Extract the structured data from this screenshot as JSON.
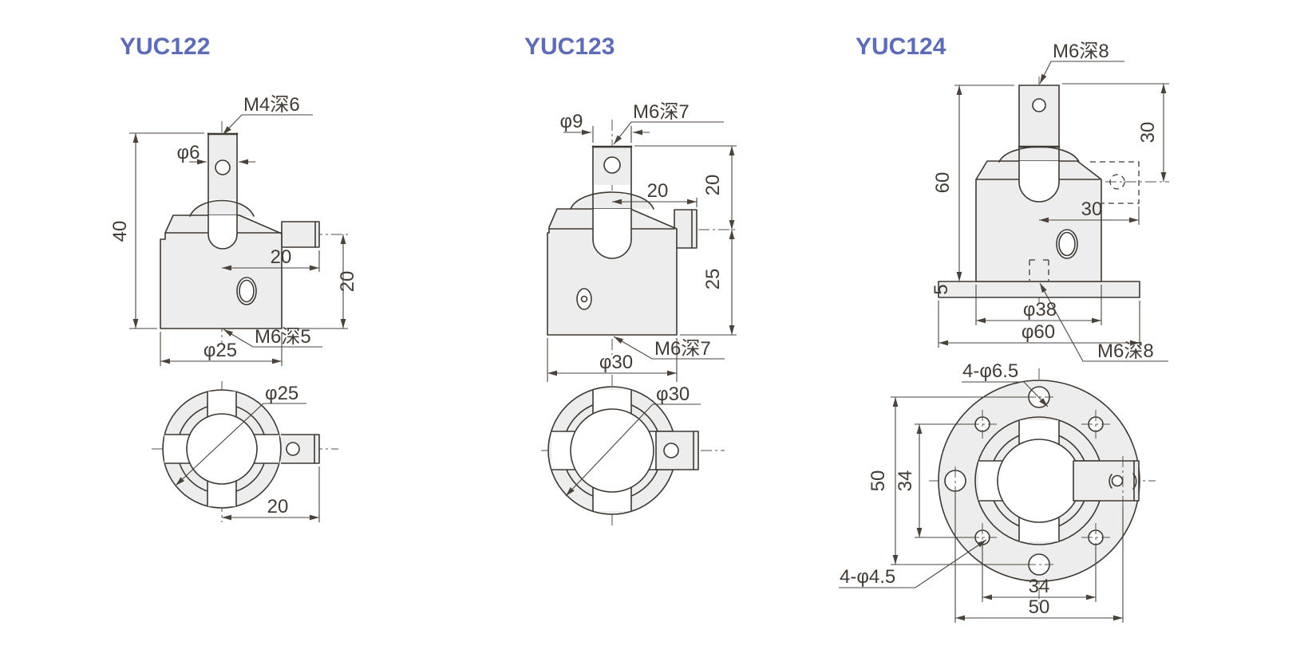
{
  "colors": {
    "accent": "#5e6cb8",
    "line": "#3e3833",
    "part_fill": "#ededed"
  },
  "drawings": [
    {
      "title": "YUC122",
      "front": {
        "thread_top": "M4深6",
        "stem_dia": "φ6",
        "height": "40",
        "pin_length": "20",
        "pin_height": "20",
        "base_dia": "φ25",
        "thread_bottom": "M6深5"
      },
      "bottom": {
        "dia": "φ25",
        "pin_length": "20"
      }
    },
    {
      "title": "YUC123",
      "front": {
        "stem_dia": "φ9",
        "thread_top": "M6深7",
        "pin_length": "20",
        "upper_height": "20",
        "lower_height": "25",
        "base_dia": "φ30",
        "thread_bottom": "M6深7"
      },
      "bottom": {
        "dia": "φ30"
      }
    },
    {
      "title": "YUC124",
      "front": {
        "thread_top": "M6深8",
        "height": "60",
        "stem_height": "30",
        "pin_offset": "30",
        "flange_thickness": "5",
        "body_dia": "φ38",
        "flange_dia": "φ60",
        "thread_bottom": "M6深8"
      },
      "bottom": {
        "holes_large": "4-φ6.5",
        "holes_small": "4-φ4.5",
        "v_outer": "50",
        "v_inner": "34",
        "h_inner": "34",
        "h_outer": "50"
      }
    }
  ]
}
